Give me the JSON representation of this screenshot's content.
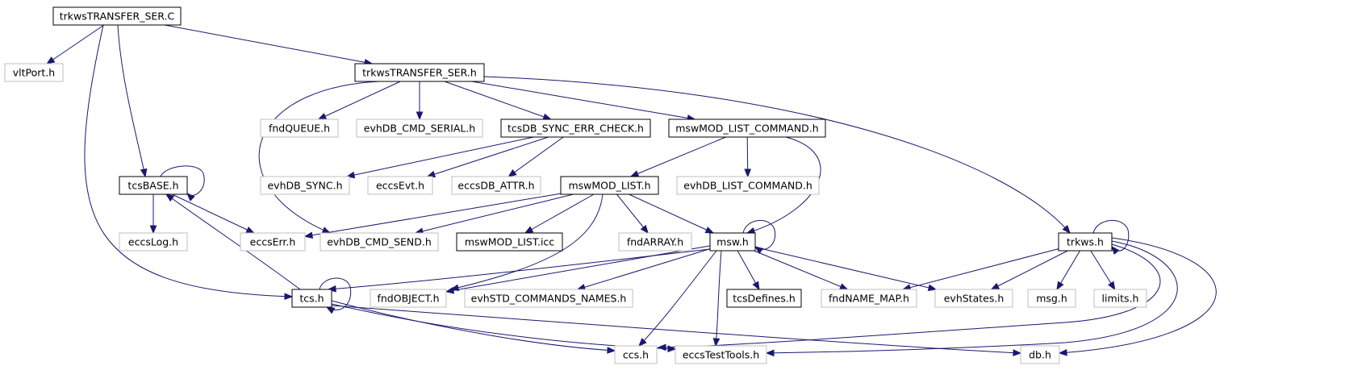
{
  "colors": {
    "edge": "#191970",
    "root_fill": "#bfbfbf",
    "documented_border": "#000000",
    "undocumented_border": "#bfbfbf"
  },
  "nodes": [
    {
      "id": "root",
      "label": "trkwsTRANSFER_SER.C",
      "kind": "root"
    },
    {
      "id": "vltport",
      "label": "vltPort.h",
      "kind": "external"
    },
    {
      "id": "trkser",
      "label": "trkwsTRANSFER_SER.h",
      "kind": "documented"
    },
    {
      "id": "fndqueue",
      "label": "fndQUEUE.h",
      "kind": "external"
    },
    {
      "id": "evhcmdserial",
      "label": "evhDB_CMD_SERIAL.h",
      "kind": "external"
    },
    {
      "id": "tcssync",
      "label": "tcsDB_SYNC_ERR_CHECK.h",
      "kind": "documented"
    },
    {
      "id": "mswmodcmd",
      "label": "mswMOD_LIST_COMMAND.h",
      "kind": "documented"
    },
    {
      "id": "tcsbase",
      "label": "tcsBASE.h",
      "kind": "documented"
    },
    {
      "id": "evhsync",
      "label": "evhDB_SYNC.h",
      "kind": "external"
    },
    {
      "id": "eccsevt",
      "label": "eccsEvt.h",
      "kind": "external"
    },
    {
      "id": "eccsattr",
      "label": "eccsDB_ATTR.h",
      "kind": "external"
    },
    {
      "id": "mswmodlist",
      "label": "mswMOD_LIST.h",
      "kind": "documented"
    },
    {
      "id": "evhlistcmd",
      "label": "evhDB_LIST_COMMAND.h",
      "kind": "external"
    },
    {
      "id": "eccslog",
      "label": "eccsLog.h",
      "kind": "external"
    },
    {
      "id": "eccserr",
      "label": "eccsErr.h",
      "kind": "external"
    },
    {
      "id": "evhcmdsend",
      "label": "evhDB_CMD_SEND.h",
      "kind": "external"
    },
    {
      "id": "mswmodicc",
      "label": "mswMOD_LIST.icc",
      "kind": "documented"
    },
    {
      "id": "fndarray",
      "label": "fndARRAY.h",
      "kind": "external"
    },
    {
      "id": "msw",
      "label": "msw.h",
      "kind": "documented"
    },
    {
      "id": "trkws",
      "label": "trkws.h",
      "kind": "documented"
    },
    {
      "id": "tcs",
      "label": "tcs.h",
      "kind": "documented"
    },
    {
      "id": "fndobject",
      "label": "fndOBJECT.h",
      "kind": "external"
    },
    {
      "id": "evhstd",
      "label": "evhSTD_COMMANDS_NAMES.h",
      "kind": "external"
    },
    {
      "id": "tcsdefines",
      "label": "tcsDefines.h",
      "kind": "documented"
    },
    {
      "id": "fndname",
      "label": "fndNAME_MAP.h",
      "kind": "external"
    },
    {
      "id": "evhstates",
      "label": "evhStates.h",
      "kind": "external"
    },
    {
      "id": "msg",
      "label": "msg.h",
      "kind": "external"
    },
    {
      "id": "limits",
      "label": "limits.h",
      "kind": "external"
    },
    {
      "id": "ccs",
      "label": "ccs.h",
      "kind": "external"
    },
    {
      "id": "eccstest",
      "label": "eccsTestTools.h",
      "kind": "external"
    },
    {
      "id": "db",
      "label": "db.h",
      "kind": "external"
    }
  ],
  "edges": [
    [
      "root",
      "vltport"
    ],
    [
      "root",
      "trkser"
    ],
    [
      "root",
      "tcsbase"
    ],
    [
      "root",
      "tcs"
    ],
    [
      "trkser",
      "fndqueue"
    ],
    [
      "trkser",
      "evhcmdserial"
    ],
    [
      "trkser",
      "tcssync"
    ],
    [
      "trkser",
      "mswmodcmd"
    ],
    [
      "trkser",
      "evhcmdsend"
    ],
    [
      "trkser",
      "trkws"
    ],
    [
      "tcssync",
      "evhsync"
    ],
    [
      "tcssync",
      "eccsevt"
    ],
    [
      "tcssync",
      "eccsattr"
    ],
    [
      "mswmodcmd",
      "mswmodlist"
    ],
    [
      "mswmodcmd",
      "evhlistcmd"
    ],
    [
      "mswmodcmd",
      "msw"
    ],
    [
      "tcsbase",
      "tcsbase"
    ],
    [
      "tcsbase",
      "eccslog"
    ],
    [
      "tcsbase",
      "eccserr"
    ],
    [
      "mswmodlist",
      "eccserr"
    ],
    [
      "mswmodlist",
      "evhcmdsend"
    ],
    [
      "mswmodlist",
      "mswmodicc"
    ],
    [
      "mswmodlist",
      "fndarray"
    ],
    [
      "mswmodlist",
      "msw"
    ],
    [
      "mswmodlist",
      "fndobject"
    ],
    [
      "msw",
      "msw"
    ],
    [
      "msw",
      "tcs"
    ],
    [
      "msw",
      "fndobject"
    ],
    [
      "msw",
      "evhstd"
    ],
    [
      "msw",
      "tcsdefines"
    ],
    [
      "msw",
      "fndname"
    ],
    [
      "msw",
      "evhstates"
    ],
    [
      "msw",
      "ccs"
    ],
    [
      "msw",
      "eccstest"
    ],
    [
      "trkws",
      "trkws"
    ],
    [
      "trkws",
      "fndname"
    ],
    [
      "trkws",
      "evhstates"
    ],
    [
      "trkws",
      "msg"
    ],
    [
      "trkws",
      "limits"
    ],
    [
      "trkws",
      "ccs"
    ],
    [
      "trkws",
      "eccstest"
    ],
    [
      "trkws",
      "db"
    ],
    [
      "tcs",
      "tcs"
    ],
    [
      "tcs",
      "tcsbase"
    ],
    [
      "tcs",
      "ccs"
    ],
    [
      "tcs",
      "eccstest"
    ],
    [
      "tcs",
      "db"
    ]
  ]
}
